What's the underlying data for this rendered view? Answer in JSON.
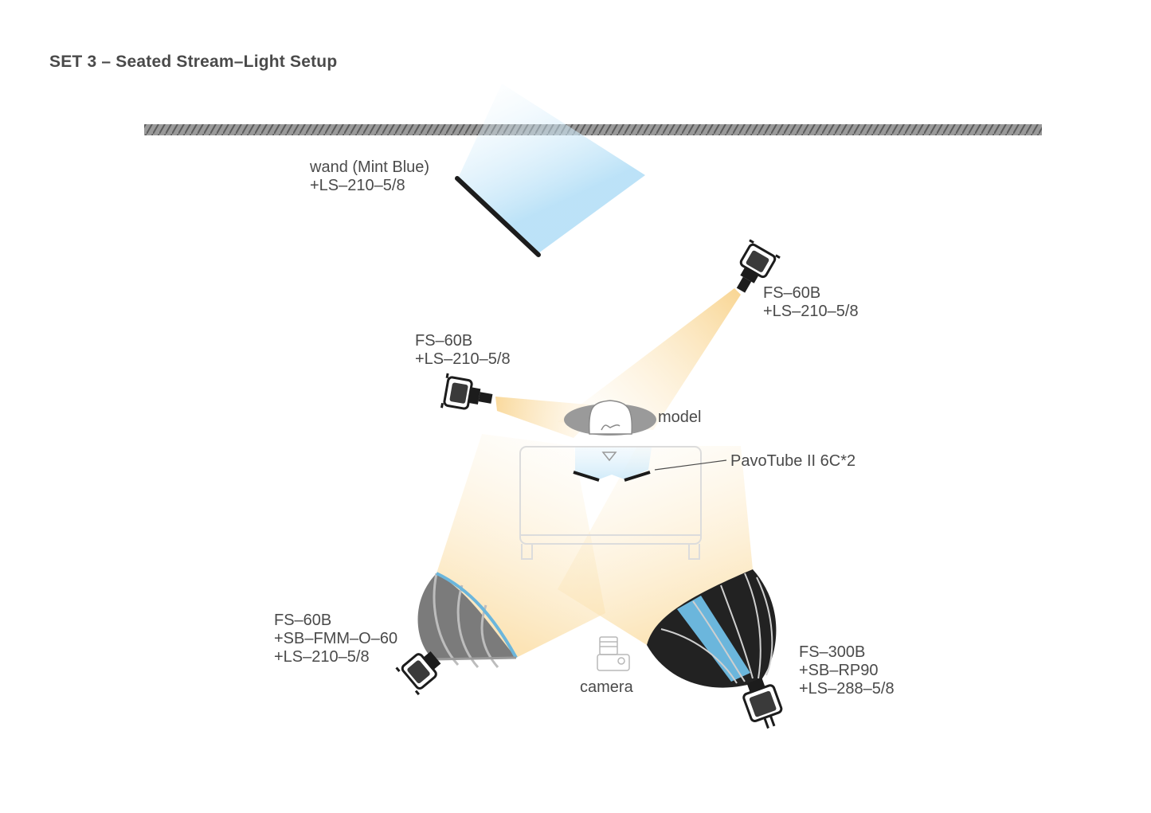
{
  "title": "SET 3 – Seated Stream–Light Setup",
  "colors": {
    "text": "#4a4a4a",
    "warm_light": "#fbd89a",
    "mint_blue_light": "#bfe3f8",
    "softbox_blue": "#6bb6dc",
    "wall_gray": "#8a8a8a"
  },
  "labels": {
    "wand": {
      "line1": "wand (Mint Blue)",
      "line2": "+LS–210–5/8"
    },
    "back_right": {
      "line1": "FS–60B",
      "line2": "+LS–210–5/8"
    },
    "back_left": {
      "line1": "FS–60B",
      "line2": "+LS–210–5/8"
    },
    "model": "model",
    "pavotube": "PavoTube II 6C*2",
    "front_left": {
      "line1": "FS–60B",
      "line2": "+SB–FMM–O–60",
      "line3": "+LS–210–5/8"
    },
    "camera": "camera",
    "front_right": {
      "line1": "FS–300B",
      "line2": "+SB–RP90",
      "line3": "+LS–288–5/8"
    }
  }
}
